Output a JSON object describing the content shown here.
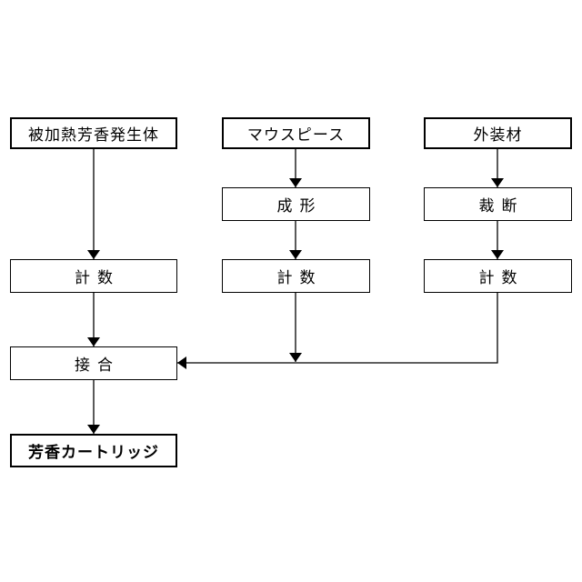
{
  "nodes": {
    "heated_aroma_generator": "被加熱芳香発生体",
    "mouthpiece": "マウスピース",
    "outer_material": "外装材",
    "forming": "成形",
    "cutting": "裁断",
    "counting_left": "計数",
    "counting_middle": "計数",
    "counting_right": "計数",
    "joining": "接合",
    "aroma_cartridge": "芳香カートリッジ"
  }
}
